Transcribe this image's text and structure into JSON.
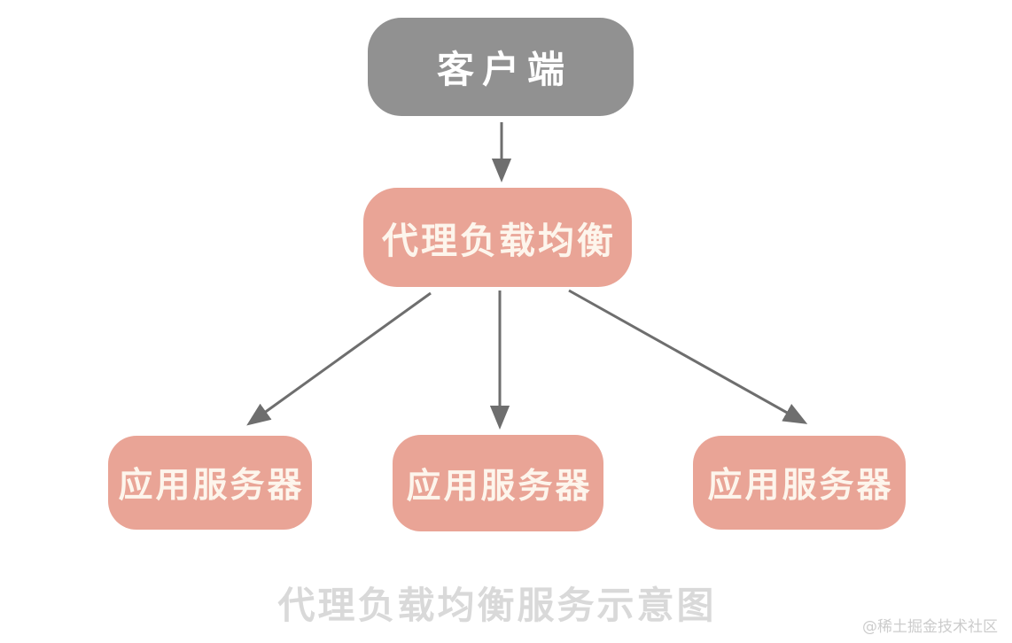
{
  "diagram": {
    "caption": "代理负载均衡服务示意图",
    "watermark": "@稀土掘金技术社区",
    "nodes": {
      "client": {
        "label": "客户端",
        "role": "client"
      },
      "proxy": {
        "label": "代理负载均衡",
        "role": "load-balancer"
      },
      "server1": {
        "label": "应用服务器",
        "role": "app-server"
      },
      "server2": {
        "label": "应用服务器",
        "role": "app-server"
      },
      "server3": {
        "label": "应用服务器",
        "role": "app-server"
      }
    },
    "edges": [
      {
        "from": "client",
        "to": "proxy"
      },
      {
        "from": "proxy",
        "to": "server1"
      },
      {
        "from": "proxy",
        "to": "server2"
      },
      {
        "from": "proxy",
        "to": "server3"
      }
    ],
    "colors": {
      "background": "#ffffff",
      "client_fill": "#919191",
      "client_text": "#ffffff",
      "node_fill": "#e9a496",
      "node_text": "#fdf5ec",
      "arrow": "#6e6e6e",
      "caption_text": "#d9d9d9",
      "watermark_text": "#cccccc"
    }
  }
}
